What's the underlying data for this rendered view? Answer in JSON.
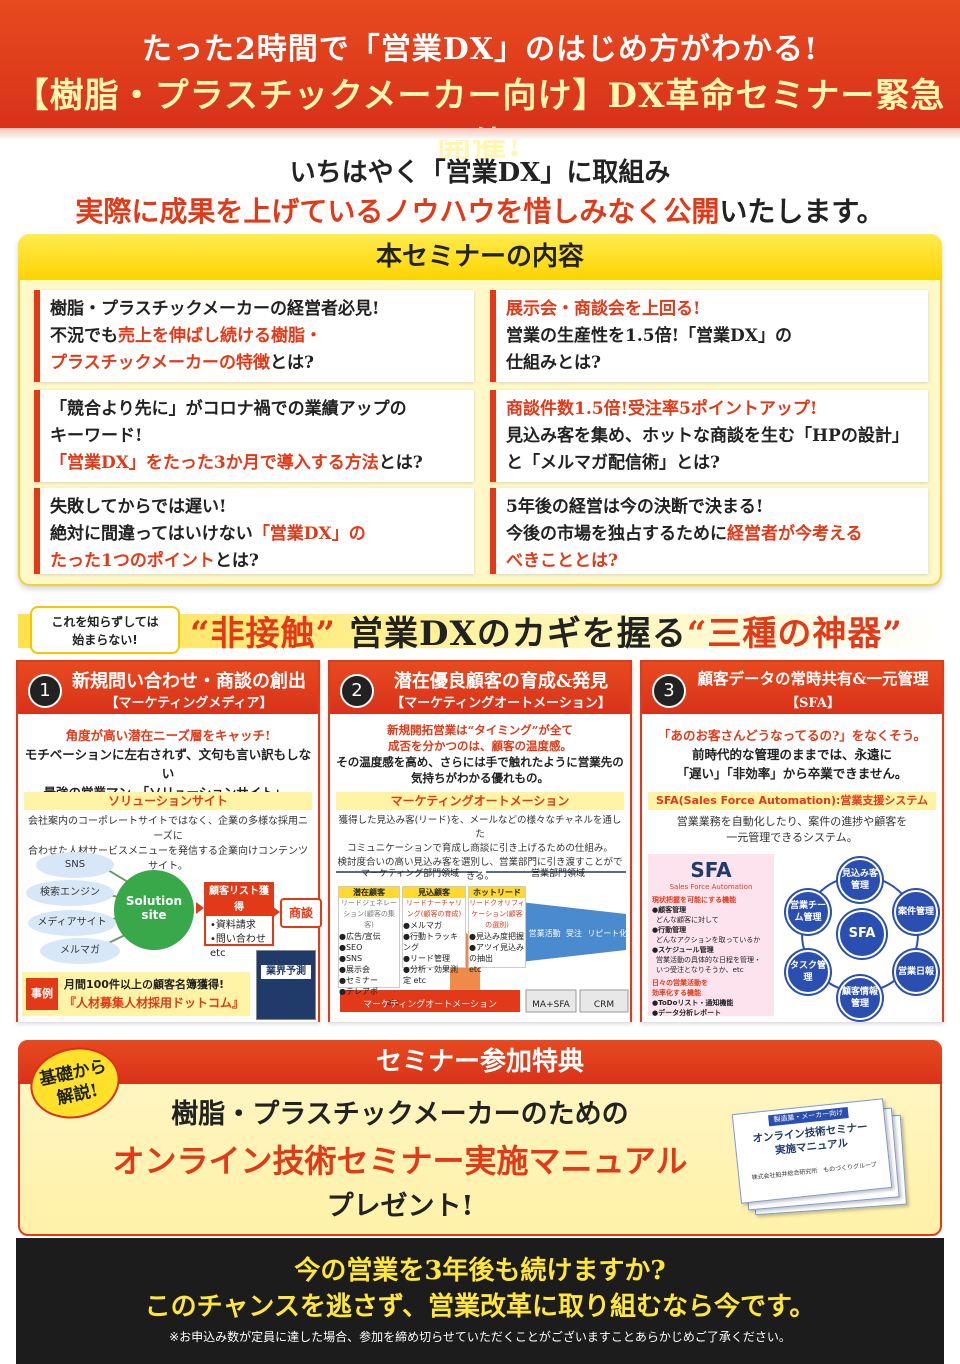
{
  "header": {
    "line1": "たった2時間で「営業DX」のはじめ方がわかる!",
    "line2": "【樹脂・プラスチックメーカー向け】DX革命セミナー緊急開催!"
  },
  "intro": {
    "line1": "いちはやく「営業DX」に取組み",
    "line2_red": "実際に成果を上げているノウハウを惜しみなく公開",
    "line2_black": "いたします。"
  },
  "content": {
    "title": "本セミナーの内容",
    "items": [
      {
        "a": "樹脂・プラスチックメーカーの経営者必見!",
        "b": "不況でも",
        "c": "売上を伸ばし続ける樹脂・",
        "d": "プラスチックメーカーの特徴",
        "e": "とは?"
      },
      {
        "a": "展示会・商談会を上回る!",
        "b": "営業の生産性を1.5倍!「営業DX」の",
        "c": "仕組みとは?"
      },
      {
        "a": "「競合より先に」がコロナ禍での業績アップの",
        "b": "キーワード!",
        "c": "「営業DX」をたった3か月で導入する方法",
        "d": "とは?"
      },
      {
        "a": "商談件数1.5倍!受注率5ポイントアップ!",
        "b": "見込み客を集め、ホットな商談を生む「HPの設計」",
        "c": "と「メルマガ配信術」とは?"
      },
      {
        "a": "失敗してからでは遅い!",
        "b": "絶対に間違ってはいけない",
        "c": "「営業DX」の",
        "d": "たった1つのポイント",
        "e": "とは?"
      },
      {
        "a": "5年後の経営は今の決断で決まる!",
        "b": "今後の市場を独占するために",
        "c": "経営者が今考える",
        "d": "べきこととは?"
      }
    ]
  },
  "treasures": {
    "tag_line1": "これを知らずしては",
    "tag_line2": "始まらない!",
    "t1": "“非接触”",
    "t2": "営業DXのカギを握る",
    "t3": "“三種の神器”"
  },
  "columns": [
    {
      "num": "1",
      "title": "新規問い合わせ・商談の創出",
      "sub": "【マーケティングメディア】",
      "lead1": "角度が高い潜在ニーズ層をキャッチ!",
      "lead2": "モチベーションに左右されず、文句も言い訳もしない",
      "lead3": "最強の営業マン、「ソリューションサイト」。",
      "strip": "ソリューションサイト",
      "desc1": "会社案内のコーポレートサイトではなく、企業の多様な採用ニーズに",
      "desc2": "合わせた人材サービスメニューを発信する企業向けコンテンツサイト。",
      "bubbles": [
        "SNS",
        "検索エンジン",
        "メディアサイト",
        "メルマガ"
      ],
      "center1": "Solution",
      "center2": "site",
      "list_title": "顧客リスト獲得",
      "list1": "•資料請求",
      "list2": "•問い合わせ etc",
      "result": "商談",
      "case_label": "事例",
      "case1": "月間100件以上の顧客名簿獲得!",
      "case2": "『人材募集人材採用ドットコム』",
      "mag": "業界予測"
    },
    {
      "num": "2",
      "title": "潜在優良顧客の育成&発見",
      "sub": "【マーケティングオートメーション】",
      "lead1": "新規開拓営業は“タイミング”が全て",
      "lead2": "成否を分かつのは、顧客の温度感。",
      "lead3": "その温度感を高め、さらには手で触れたように営業先の",
      "lead4": "気持ちがわかる優れもの。",
      "strip": "マーケティングオートメーション",
      "desc1": "獲得した見込み客(リード)を、メールなどの様々なチャネルを通した",
      "desc2": "コミュニケーションで育成し商談に引き上げるための仕組み。",
      "desc3": "検討度合いの高い見込み客を選別し、営業部門に引き渡すことができる。",
      "dept1": "マーケティング部門領域",
      "dept2": "営業部門領域",
      "box1_t": "潜在顧客",
      "box1_s": "リードジェネレーション(顧客の集客)",
      "box1_list": [
        "●広告/宣伝",
        "●SEO",
        "●SNS",
        "●展示会",
        "●セミナー",
        "●テレアポ",
        "etc"
      ],
      "box2_t": "見込顧客",
      "box2_s": "リードナーチャリング(顧客の育成)",
      "box2_list": [
        "●メルマガ",
        "●行動トラッキング",
        "●リード管理",
        "●分析・効果測定 etc"
      ],
      "box3_t": "ホットリード",
      "box3_s": "リードクオリフィケーション(顧客の選別)",
      "box3_list": [
        "●見込み度把握",
        "●アツイ見込みの抽出",
        "etc"
      ],
      "f1": "営業活動",
      "f2": "受注",
      "f3": "リピート化",
      "ma": "マーケティングオートメーション",
      "ma_sfa": "MA+SFA",
      "crm": "CRM"
    },
    {
      "num": "3",
      "title": "顧客データの常時共有&一元管理",
      "sub": "【SFA】",
      "lead1": "「あのお客さんどうなってるの?」をなくそう。",
      "lead2": "前時代的な管理のままでは、永遠に",
      "lead3": "「遅い」「非効率」から卒業できません。",
      "strip": "SFA(Sales Force Automation):営業支援システム",
      "desc1": "営業業務を自動化したり、案件の進捗や顧客を",
      "desc2": "一元管理できるシステム。",
      "card_t": "SFA",
      "card_s": "Sales Force Automation",
      "card1": "現状把握を可能にする機能",
      "card2": "●顧客管理",
      "card3": "どんな顧客に対して",
      "card4": "●行動管理",
      "card5": "どんなアクションを取っているか",
      "card6": "●スケジュール管理",
      "card7": "営業活動の具体的な日程を管理・",
      "card8": "いつ受注となりそうか、etc",
      "card9": "日々の営業活動を",
      "card10": "効率化する機能",
      "card11": "●ToDoリスト・通知機能",
      "card12": "●データ分析レポート",
      "hub": "SFA",
      "nodes": [
        "見込み客管理",
        "案件管理",
        "営業日報",
        "顧客情報管理",
        "タスク管理",
        "営業チーム管理"
      ]
    }
  ],
  "bonus": {
    "title": "セミナー参加特典",
    "badge1": "基礎から",
    "badge2": "解説!",
    "t1": "樹脂・プラスチックメーカーのための",
    "t2": "オンライン技術セミナー実施マニュアル",
    "t3": "プレゼント!",
    "book_tag": "製造業・メーカー向け",
    "book1": "オンライン技術セミナー",
    "book2": "実施マニュアル",
    "book3": "株式会社船井総合研究所　ものづくりグループ"
  },
  "footer": {
    "line1": "今の営業を3年後も続けますか?",
    "line2": "このチャンスを逃さず、営業改革に取り組むなら今です。",
    "note": "※お申込み数が定員に達した場合、参加を締め切らせていただくことがございますことあらかじめご了承ください。"
  }
}
